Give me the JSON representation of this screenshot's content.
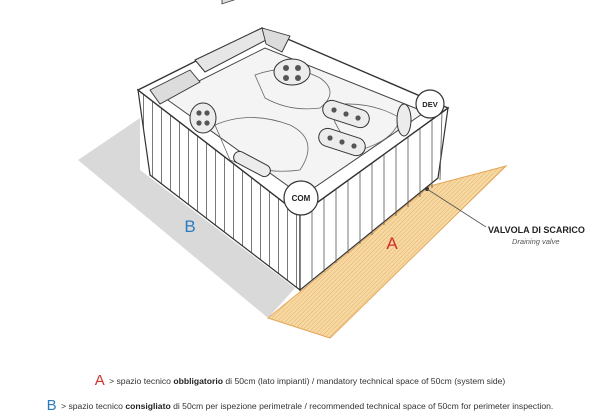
{
  "colors": {
    "zone_a": "#f7d9a3",
    "zone_a_hatch": "#e0a95a",
    "zone_a_border": "#e3a85c",
    "zone_b": "#d8d8d8",
    "letter_a": "#d0312d",
    "letter_b": "#2b7bbf",
    "outline": "#333333"
  },
  "zones": {
    "a": {
      "label": "A"
    },
    "b": {
      "label": "B"
    }
  },
  "jets": {
    "com": "COM",
    "dev": "DEV"
  },
  "callout": {
    "title": "VALVOLA DI SCARICO",
    "subtitle": "Draining valve"
  },
  "legend": {
    "a": {
      "letter": "A",
      "text_before": "> spazio tecnico",
      "text_bold": "obbligatorio",
      "text_after": "di 50cm (lato impianti) / mandatory technical space of 50cm (system side)"
    },
    "b": {
      "letter": "B",
      "text_before": "> spazio tecnico",
      "text_bold": "consigliato",
      "text_after": "di 50cm per ispezione perimetrale / recommended technical space of 50cm for perimeter inspection."
    }
  }
}
